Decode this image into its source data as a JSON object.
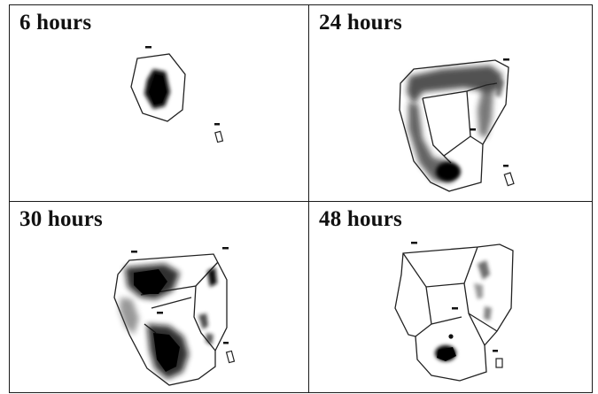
{
  "panels": [
    {
      "label": "6 hours"
    },
    {
      "label": "24 hours"
    },
    {
      "label": "30 hours"
    },
    {
      "label": "48 hours"
    }
  ]
}
